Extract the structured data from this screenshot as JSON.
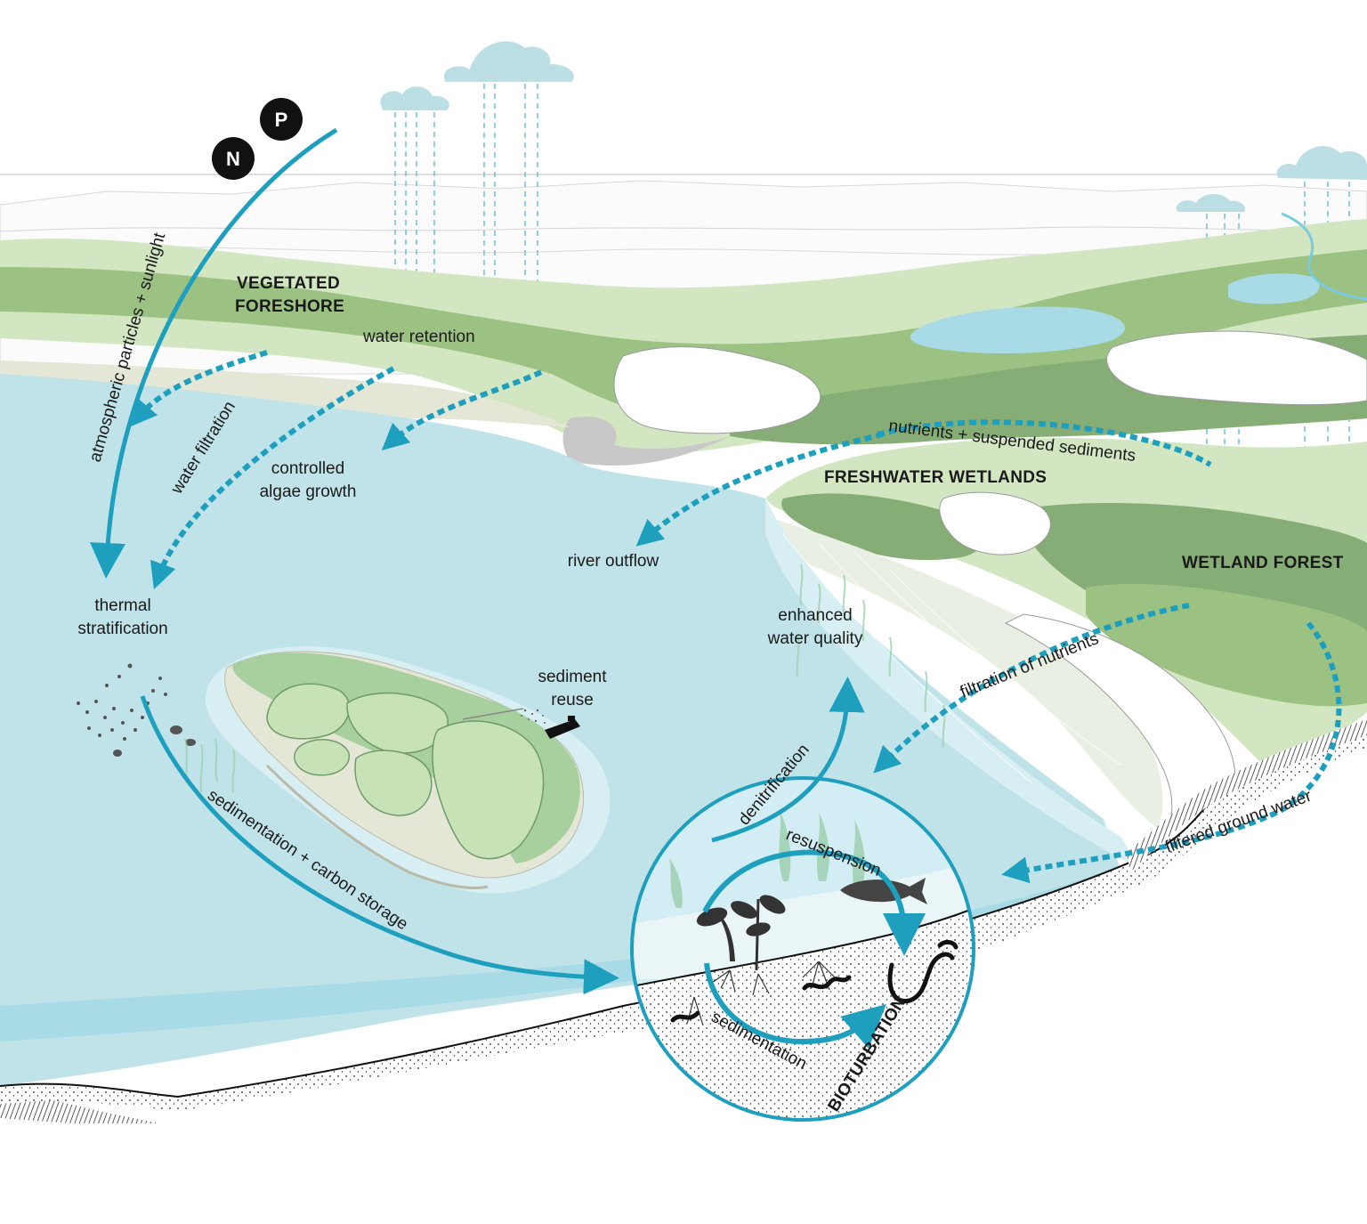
{
  "zones": {
    "vegetated_foreshore": [
      "VEGETATED",
      "FORESHORE"
    ],
    "freshwater_wetlands": "FRESHWATER WETLANDS",
    "wetland_forest": "WETLAND FOREST",
    "bioturbation": "BIOTURBATION"
  },
  "badges": {
    "nitrogen": "N",
    "phosphorus": "P"
  },
  "processes": {
    "atmospheric": "atmospheric particles + sunlight",
    "water_retention": "water retention",
    "water_filtration": "water filtration",
    "controlled_algae": [
      "controlled",
      "algae growth"
    ],
    "thermal_stratification": [
      "thermal",
      "stratification"
    ],
    "nutrients_sediments": "nutrients + suspended sediments",
    "river_outflow": "river outflow",
    "enhanced_water_quality": [
      "enhanced",
      "water quality"
    ],
    "sediment_reuse": [
      "sediment",
      "reuse"
    ],
    "filtration_nutrients": "filtration of nutrients",
    "sedimentation_carbon": "sedimentation + carbon storage",
    "denitrification": "denitrification",
    "resuspension": "resuspension",
    "sedimentation": "sedimentation",
    "filtered_ground_water": "filtered ground water"
  },
  "colors": {
    "flow": "#1e9fbe",
    "water": "#bfe3e8",
    "water_deep": "#a8dbe6",
    "vegetation": "#9cc283",
    "vegetation_dark": "#86ad76",
    "vegetation_light": "#d3e6c2",
    "sand": "#e4e6d6",
    "cloud": "#bcdfe6",
    "ink": "#111111"
  }
}
